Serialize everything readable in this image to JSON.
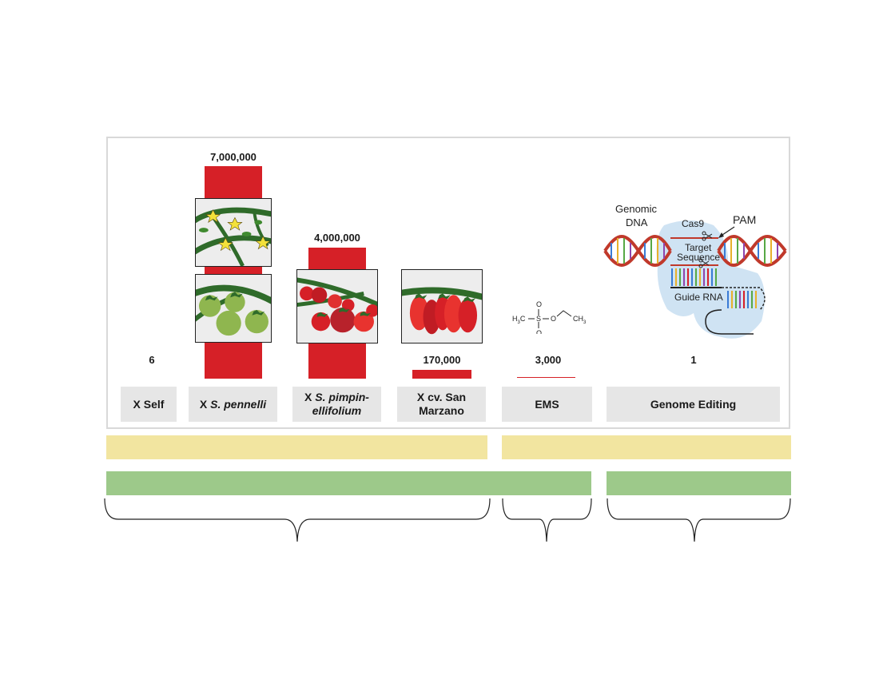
{
  "chart_data": {
    "type": "bar",
    "categories": [
      "X Self",
      "X S. pennelli",
      "X S. pimpin-ellifolium",
      "X cv. San Marzano",
      "EMS",
      "Genome Editing"
    ],
    "values": [
      6,
      7000000,
      4000000,
      170000,
      3000,
      1
    ],
    "value_labels": [
      "6",
      "7,000,000",
      "4,000,000",
      "170,000",
      "3,000",
      "1"
    ]
  },
  "labels": {
    "self": "X Self",
    "pennelli_prefix": "X ",
    "pennelli_species": "S. pennelli",
    "pimp_prefix": "X ",
    "pimp_species_1": "S. pimpin-",
    "pimp_species_2": "ellifolium",
    "sanmarzano_1": "X cv. San",
    "sanmarzano_2": "Marzano",
    "ems": "EMS",
    "genome_editing": "Genome Editing"
  },
  "crispr": {
    "genomic_1": "Genomic",
    "genomic_2": "DNA",
    "cas9": "Cas9",
    "pam": "PAM",
    "target_1": "Target",
    "target_2": "Sequence",
    "guide_rna": "Guide RNA"
  },
  "chemical": {
    "left_group": "H3C",
    "right_group": "CH3",
    "s": "S",
    "o_top": "O",
    "o_bottom": "O",
    "o_ester": "O"
  },
  "colors": {
    "bar_red": "#d62027",
    "band_yellow": "#f2e5a0",
    "band_green": "#9dc98a",
    "label_gray": "#e6e6e6",
    "crispr_bg": "#cfe3f3"
  }
}
